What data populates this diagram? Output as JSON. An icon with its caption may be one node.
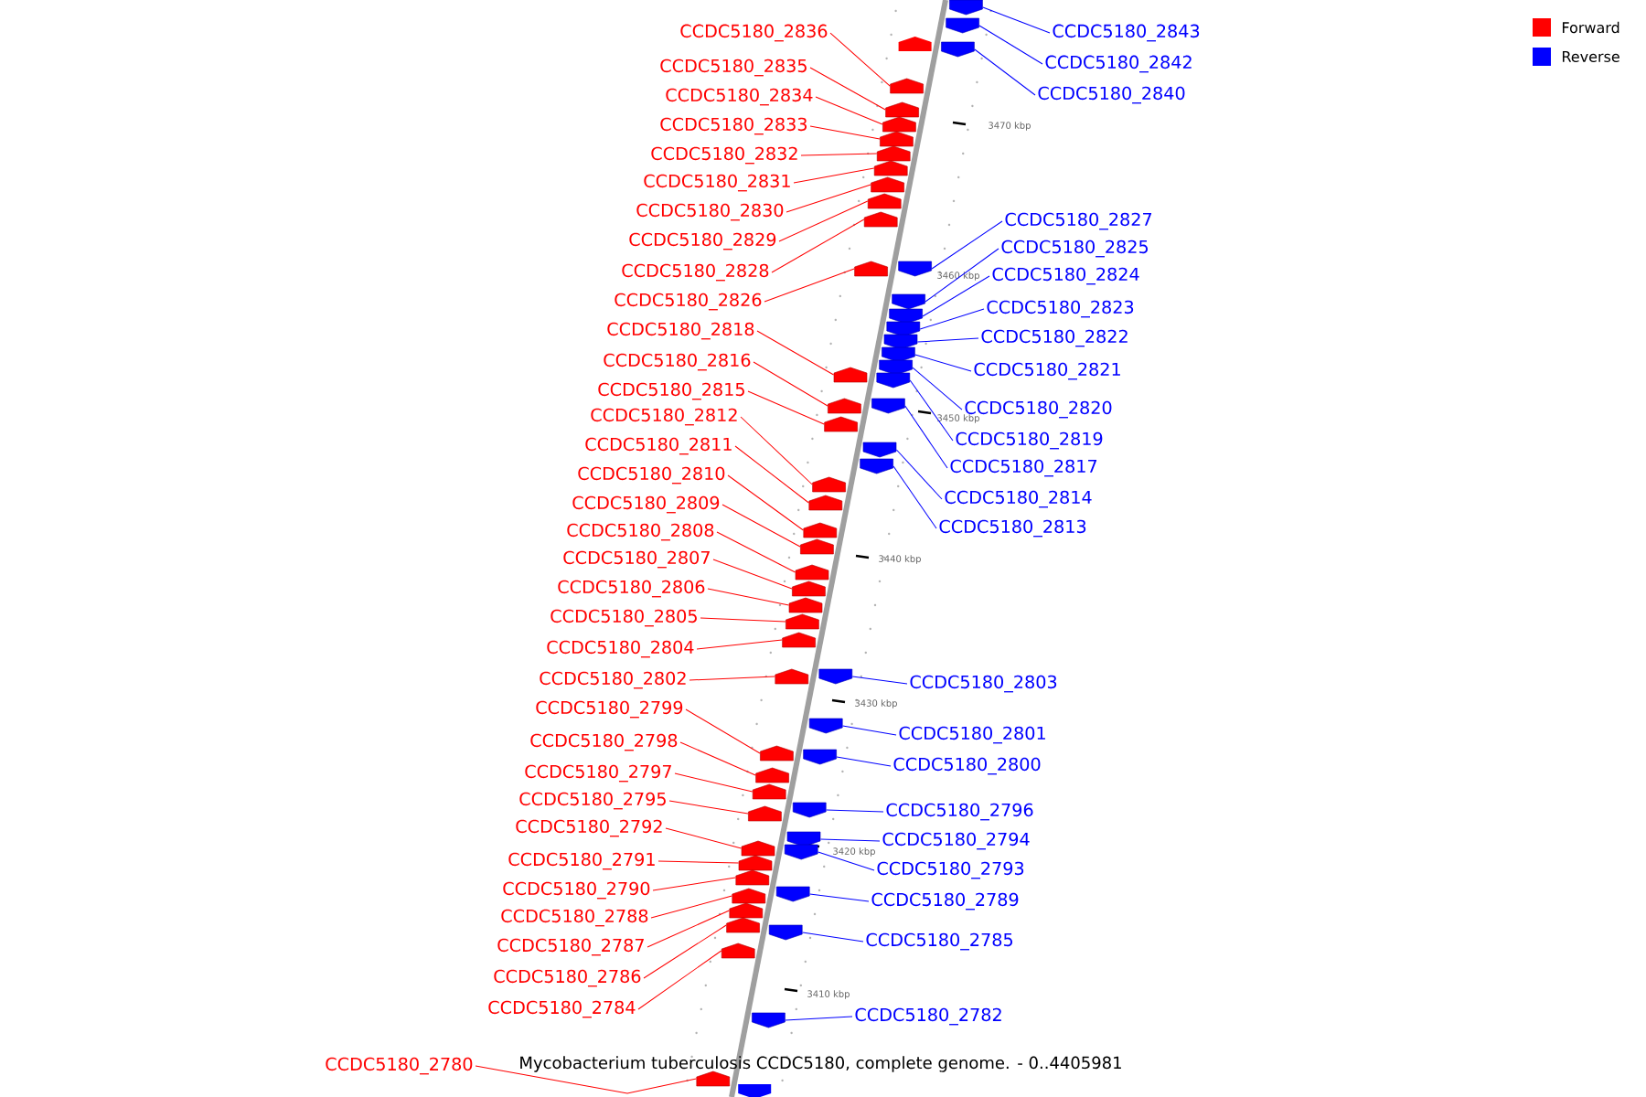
{
  "diagram": {
    "nodes": [
      {
        "text": [
          "CCDC5180_2836"
        ]
      },
      {
        "text": [
          "CCDC5180_2835"
        ]
      },
      {
        "text": [
          "CCDC5180_2834"
        ]
      },
      {
        "text": [
          "CCDC5180_2833"
        ]
      },
      {
        "text": [
          "CCDC5180_2832"
        ]
      },
      {
        "text": [
          "CCDC5180_2831"
        ]
      },
      {
        "text": [
          "CCDC5180_2830"
        ]
      },
      {
        "text": [
          "CCDC5180_2829"
        ]
      },
      {
        "text": [
          "CCDC5180_2828"
        ]
      },
      {
        "text": [
          "CCDC5180_2826"
        ]
      },
      {
        "text": [
          "CCDC5180_2818"
        ]
      },
      {
        "text": [
          "CCDC5180_2816"
        ]
      },
      {
        "text": [
          "CCDC5180_2815"
        ]
      },
      {
        "text": [
          "CCDC5180_2812"
        ]
      },
      {
        "text": [
          "CCDC5180_2811"
        ]
      },
      {
        "text": [
          "CCDC5180_2810"
        ]
      },
      {
        "text": [
          "CCDC5180_2809"
        ]
      },
      {
        "text": [
          "CCDC5180_2808"
        ]
      },
      {
        "text": [
          "CCDC5180_2807"
        ]
      },
      {
        "text": [
          "CCDC5180_2806"
        ]
      },
      {
        "text": [
          "CCDC5180_2805"
        ]
      },
      {
        "text": [
          "CCDC5180_2804"
        ]
      },
      {
        "text": [
          "CCDC5180_2802"
        ]
      },
      {
        "text": [
          "CCDC5180_2799"
        ]
      },
      {
        "text": [
          "CCDC5180_2798"
        ]
      },
      {
        "text": [
          "CCDC5180_2797"
        ]
      },
      {
        "text": [
          "CCDC5180_2795"
        ]
      },
      {
        "text": [
          "CCDC5180_2792"
        ]
      },
      {
        "text": [
          "CCDC5180_2791"
        ]
      },
      {
        "text": [
          "CCDC5180_2790"
        ]
      },
      {
        "text": [
          "CCDC5180_2788"
        ]
      },
      {
        "text": [
          "CCDC5180_2787"
        ]
      },
      {
        "text": [
          "CCDC5180_2786"
        ]
      },
      {
        "text": [
          "CCDC5180_2784"
        ]
      },
      {
        "text": [
          "CCDC5180_2780"
        ]
      },
      {
        "text": [
          "CCDC5180_2843"
        ]
      },
      {
        "text": [
          "CCDC5180_2842"
        ]
      },
      {
        "text": [
          "CCDC5180_2840"
        ]
      },
      {
        "text": [
          "CCDC5180_2827"
        ]
      },
      {
        "text": [
          "CCDC5180_2825"
        ]
      },
      {
        "text": [
          "CCDC5180_2824"
        ]
      },
      {
        "text": [
          "CCDC5180_2823"
        ]
      },
      {
        "text": [
          "CCDC5180_2822"
        ]
      },
      {
        "text": [
          "CCDC5180_2821"
        ]
      },
      {
        "text": [
          "CCDC5180_2820"
        ]
      },
      {
        "text": [
          "CCDC5180_2819"
        ]
      },
      {
        "text": [
          "CCDC5180_2817"
        ]
      },
      {
        "text": [
          "CCDC5180_2814"
        ]
      },
      {
        "text": [
          "CCDC5180_2813"
        ]
      },
      {
        "text": [
          "CCDC5180_2803"
        ]
      },
      {
        "text": [
          "CCDC5180_2801"
        ]
      },
      {
        "text": [
          "CCDC5180_2800"
        ]
      },
      {
        "text": [
          "CCDC5180_2796"
        ]
      },
      {
        "text": [
          "CCDC5180_2794"
        ]
      },
      {
        "text": [
          "CCDC5180_2793"
        ]
      },
      {
        "text": [
          "CCDC5180_2789"
        ]
      },
      {
        "text": [
          "CCDC5180_2785"
        ]
      },
      {
        "text": [
          "CCDC5180_2782"
        ]
      },
      {
        "text": [],
        "shape": "pentagon"
      },
      {
        "text": [],
        "shape": "pentagon"
      },
      {
        "text": [],
        "shape": "pentagon"
      },
      {
        "text": [],
        "shape": "pentagon"
      },
      {
        "text": [],
        "shape": "pentagon"
      },
      {
        "text": [],
        "shape": "pentagon"
      },
      {
        "text": [],
        "shape": "pentagon"
      },
      {
        "text": [],
        "shape": "pentagon"
      },
      {
        "text": [],
        "shape": "pentagon"
      },
      {
        "text": [],
        "shape": "pentagon"
      },
      {
        "text": [],
        "shape": "pentagon"
      },
      {
        "text": [],
        "shape": "pentagon"
      },
      {
        "text": [],
        "shape": "pentagon"
      },
      {
        "text": [],
        "shape": "pentagon"
      },
      {
        "text": [],
        "shape": "pentagon"
      },
      {
        "text": [],
        "shape": "pentagon"
      },
      {
        "text": [],
        "shape": "pentagon"
      },
      {
        "text": [],
        "shape": "pentagon"
      },
      {
        "text": [],
        "shape": "pentagon"
      },
      {
        "text": [],
        "shape": "pentagon"
      },
      {
        "text": [],
        "shape": "pentagon"
      },
      {
        "text": [],
        "shape": "pentagon"
      },
      {
        "text": [],
        "shape": "pentagon"
      },
      {
        "text": [],
        "shape": "pentagon"
      },
      {
        "text": [],
        "shape": "pentagon"
      },
      {
        "text": [],
        "shape": "pentagon"
      },
      {
        "text": [],
        "shape": "pentagon"
      },
      {
        "text": [],
        "shape": "pentagon"
      },
      {
        "text": [],
        "shape": "pentagon"
      },
      {
        "text": [],
        "shape": "pentagon"
      },
      {
        "text": [],
        "shape": "pentagon"
      },
      {
        "text": [],
        "shape": "pentagon"
      },
      {
        "text": [],
        "shape": "pentagon"
      },
      {
        "text": [],
        "shape": "pentagon"
      },
      {
        "text": [],
        "shape": "pentagon"
      },
      {
        "text": [],
        "shape": "pentagon"
      },
      {
        "text": [],
        "shape": "pentagon"
      },
      {
        "text": [],
        "shape": "pentagon"
      },
      {
        "text": [],
        "shape": "pentagon"
      },
      {
        "text": [],
        "shape": "pentagon"
      },
      {
        "text": [],
        "shape": "pentagon"
      },
      {
        "text": [],
        "shape": "pentagon"
      },
      {
        "text": [],
        "shape": "pentagon"
      },
      {
        "text": [],
        "shape": "pentagon"
      },
      {
        "text": [],
        "shape": "pentagon"
      },
      {
        "text": [],
        "shape": "pentagon"
      },
      {
        "text": [],
        "shape": "pentagon"
      },
      {
        "text": [],
        "shape": "pentagon"
      },
      {
        "text": [],
        "shape": "pentagon"
      },
      {
        "text": [],
        "shape": "pentagon"
      },
      {
        "text": [],
        "shape": "pentagon"
      },
      {
        "text": [],
        "shape": "pentagon"
      },
      {
        "text": [],
        "shape": "pentagon"
      },
      {
        "text": [],
        "shape": "pentagon"
      },
      {
        "text": [],
        "shape": "pentagon"
      },
      {
        "text": [],
        "shape": "pentagon"
      },
      {
        "text": [],
        "shape": "pentagon"
      },
      {
        "text": [],
        "shape": "pentagon"
      }
    ],
    "edges": [
      {
        "from": 0,
        "to": 58,
        "arrow": "none",
        "color": "#ff0000"
      },
      {
        "from": 1,
        "to": 59,
        "arrow": "none",
        "color": "#ff0000"
      },
      {
        "from": 2,
        "to": 60,
        "arrow": "none",
        "color": "#ff0000"
      },
      {
        "from": 3,
        "to": 61,
        "arrow": "none",
        "color": "#ff0000"
      },
      {
        "from": 4,
        "to": 62,
        "arrow": "none",
        "color": "#ff0000"
      },
      {
        "from": 5,
        "to": 63,
        "arrow": "none",
        "color": "#ff0000"
      },
      {
        "from": 6,
        "to": 64,
        "arrow": "none",
        "color": "#ff0000"
      },
      {
        "from": 7,
        "to": 65,
        "arrow": "none",
        "color": "#ff0000"
      },
      {
        "from": 8,
        "to": 66,
        "arrow": "none",
        "color": "#ff0000"
      },
      {
        "from": 9,
        "to": 67,
        "arrow": "none",
        "color": "#ff0000"
      },
      {
        "from": 10,
        "to": 68,
        "arrow": "none",
        "color": "#ff0000"
      },
      {
        "from": 11,
        "to": 69,
        "arrow": "none",
        "color": "#ff0000"
      },
      {
        "from": 12,
        "to": 70,
        "arrow": "none",
        "color": "#ff0000"
      },
      {
        "from": 13,
        "to": 71,
        "arrow": "none",
        "color": "#ff0000"
      },
      {
        "from": 14,
        "to": 72,
        "arrow": "none",
        "color": "#ff0000"
      },
      {
        "from": 15,
        "to": 73,
        "arrow": "none",
        "color": "#ff0000"
      },
      {
        "from": 16,
        "to": 74,
        "arrow": "none",
        "color": "#ff0000"
      },
      {
        "from": 17,
        "to": 75,
        "arrow": "none",
        "color": "#ff0000"
      },
      {
        "from": 18,
        "to": 76,
        "arrow": "none",
        "color": "#ff0000"
      },
      {
        "from": 19,
        "to": 77,
        "arrow": "none",
        "color": "#ff0000"
      },
      {
        "from": 20,
        "to": 78,
        "arrow": "none",
        "color": "#ff0000"
      },
      {
        "from": 21,
        "to": 79,
        "arrow": "none",
        "color": "#ff0000"
      },
      {
        "from": 22,
        "to": 80,
        "arrow": "none",
        "color": "#ff0000"
      },
      {
        "from": 23,
        "to": 81,
        "arrow": "none",
        "color": "#ff0000"
      },
      {
        "from": 24,
        "to": 82,
        "arrow": "none",
        "color": "#ff0000"
      },
      {
        "from": 25,
        "to": 83,
        "arrow": "none",
        "color": "#ff0000"
      },
      {
        "from": 26,
        "to": 84,
        "arrow": "none",
        "color": "#ff0000"
      },
      {
        "from": 27,
        "to": 85,
        "arrow": "none",
        "color": "#ff0000"
      },
      {
        "from": 28,
        "to": 86,
        "arrow": "none",
        "color": "#ff0000"
      },
      {
        "from": 29,
        "to": 87,
        "arrow": "none",
        "color": "#ff0000"
      },
      {
        "from": 30,
        "to": 88,
        "arrow": "none",
        "color": "#ff0000"
      },
      {
        "from": 31,
        "to": 89,
        "arrow": "none",
        "color": "#ff0000"
      },
      {
        "from": 32,
        "to": 90,
        "arrow": "none",
        "color": "#ff0000"
      },
      {
        "from": 33,
        "to": 91,
        "arrow": "none",
        "color": "#ff0000"
      },
      {
        "from": 34,
        "to": 92,
        "arrow": "none",
        "color": "#ff0000"
      },
      {
        "from": 35,
        "to": 93,
        "arrow": "none",
        "color": "#0000ff"
      },
      {
        "from": 36,
        "to": 94,
        "arrow": "none",
        "color": "#0000ff"
      },
      {
        "from": 37,
        "to": 95,
        "arrow": "none",
        "color": "#0000ff"
      },
      {
        "from": 38,
        "to": 96,
        "arrow": "none",
        "color": "#0000ff"
      },
      {
        "from": 39,
        "to": 97,
        "arrow": "none",
        "color": "#0000ff"
      },
      {
        "from": 40,
        "to": 98,
        "arrow": "none",
        "color": "#0000ff"
      },
      {
        "from": 41,
        "to": 99,
        "arrow": "none",
        "color": "#0000ff"
      },
      {
        "from": 42,
        "to": 100,
        "arrow": "none",
        "color": "#0000ff"
      },
      {
        "from": 43,
        "to": 101,
        "arrow": "none",
        "color": "#0000ff"
      },
      {
        "from": 44,
        "to": 102,
        "arrow": "none",
        "color": "#0000ff"
      },
      {
        "from": 45,
        "to": 103,
        "arrow": "none",
        "color": "#0000ff"
      },
      {
        "from": 46,
        "to": 104,
        "arrow": "none",
        "color": "#0000ff"
      },
      {
        "from": 47,
        "to": 105,
        "arrow": "none",
        "color": "#0000ff"
      },
      {
        "from": 48,
        "to": 106,
        "arrow": "none",
        "color": "#0000ff"
      },
      {
        "from": 49,
        "to": 107,
        "arrow": "none",
        "color": "#0000ff"
      },
      {
        "from": 50,
        "to": 108,
        "arrow": "none",
        "color": "#0000ff"
      },
      {
        "from": 51,
        "to": 109,
        "arrow": "none",
        "color": "#0000ff"
      },
      {
        "from": 52,
        "to": 110,
        "arrow": "none",
        "color": "#0000ff"
      },
      {
        "from": 53,
        "to": 111,
        "arrow": "none",
        "color": "#0000ff"
      },
      {
        "from": 54,
        "to": 112,
        "arrow": "none",
        "color": "#0000ff"
      },
      {
        "from": 55,
        "to": 113,
        "arrow": "none",
        "color": "#0000ff"
      },
      {
        "from": 56,
        "to": 114,
        "arrow": "none",
        "color": "#0000ff"
      },
      {
        "from": 57,
        "to": 115,
        "arrow": "none",
        "color": "#0000ff"
      }
    ],
    "labels": [
      "3470 kbp",
      "3460 kbp",
      "3450 kbp",
      "3440 kbp",
      "3430 kbp",
      "3420 kbp",
      "3410 kbp",
      "Mycobacterium tuberculosis CCDC5180, complete genome. - 0..4405981"
    ],
    "legend": [
      {
        "text": "Forward",
        "color": "#ff0000"
      },
      {
        "text": "Reverse",
        "color": "#0000ff"
      }
    ]
  }
}
